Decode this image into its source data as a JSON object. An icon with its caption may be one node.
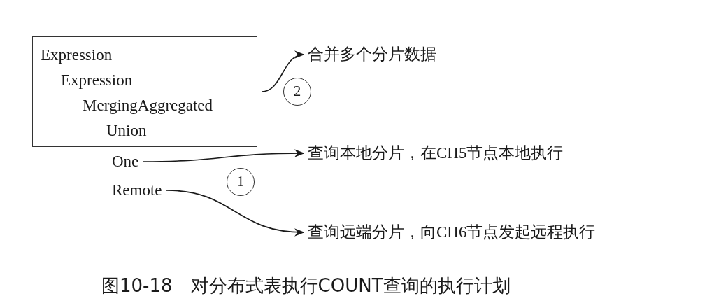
{
  "diagram": {
    "caption": "图10-18　对分布式表执行COUNT查询的执行计划",
    "nodes": [
      {
        "text": [
          "Expression",
          "Expression",
          "MergingAggregated",
          "Union"
        ]
      },
      {
        "text": [
          "合并多个分片数据"
        ]
      },
      {
        "text": [
          "2"
        ]
      },
      {
        "text": [
          "One"
        ]
      },
      {
        "text": [
          "查询本地分片，在CH5节点本地执行"
        ]
      },
      {
        "text": [
          "1"
        ]
      },
      {
        "text": [
          "Remote"
        ]
      },
      {
        "text": [
          "查询远端分片，向CH6节点发起远程执行"
        ]
      }
    ],
    "edges": [
      {
        "from": 0,
        "to": 1,
        "arrow": "to"
      },
      {
        "from": 3,
        "to": 4,
        "arrow": "to"
      },
      {
        "from": 6,
        "to": 7,
        "arrow": "to"
      }
    ]
  }
}
